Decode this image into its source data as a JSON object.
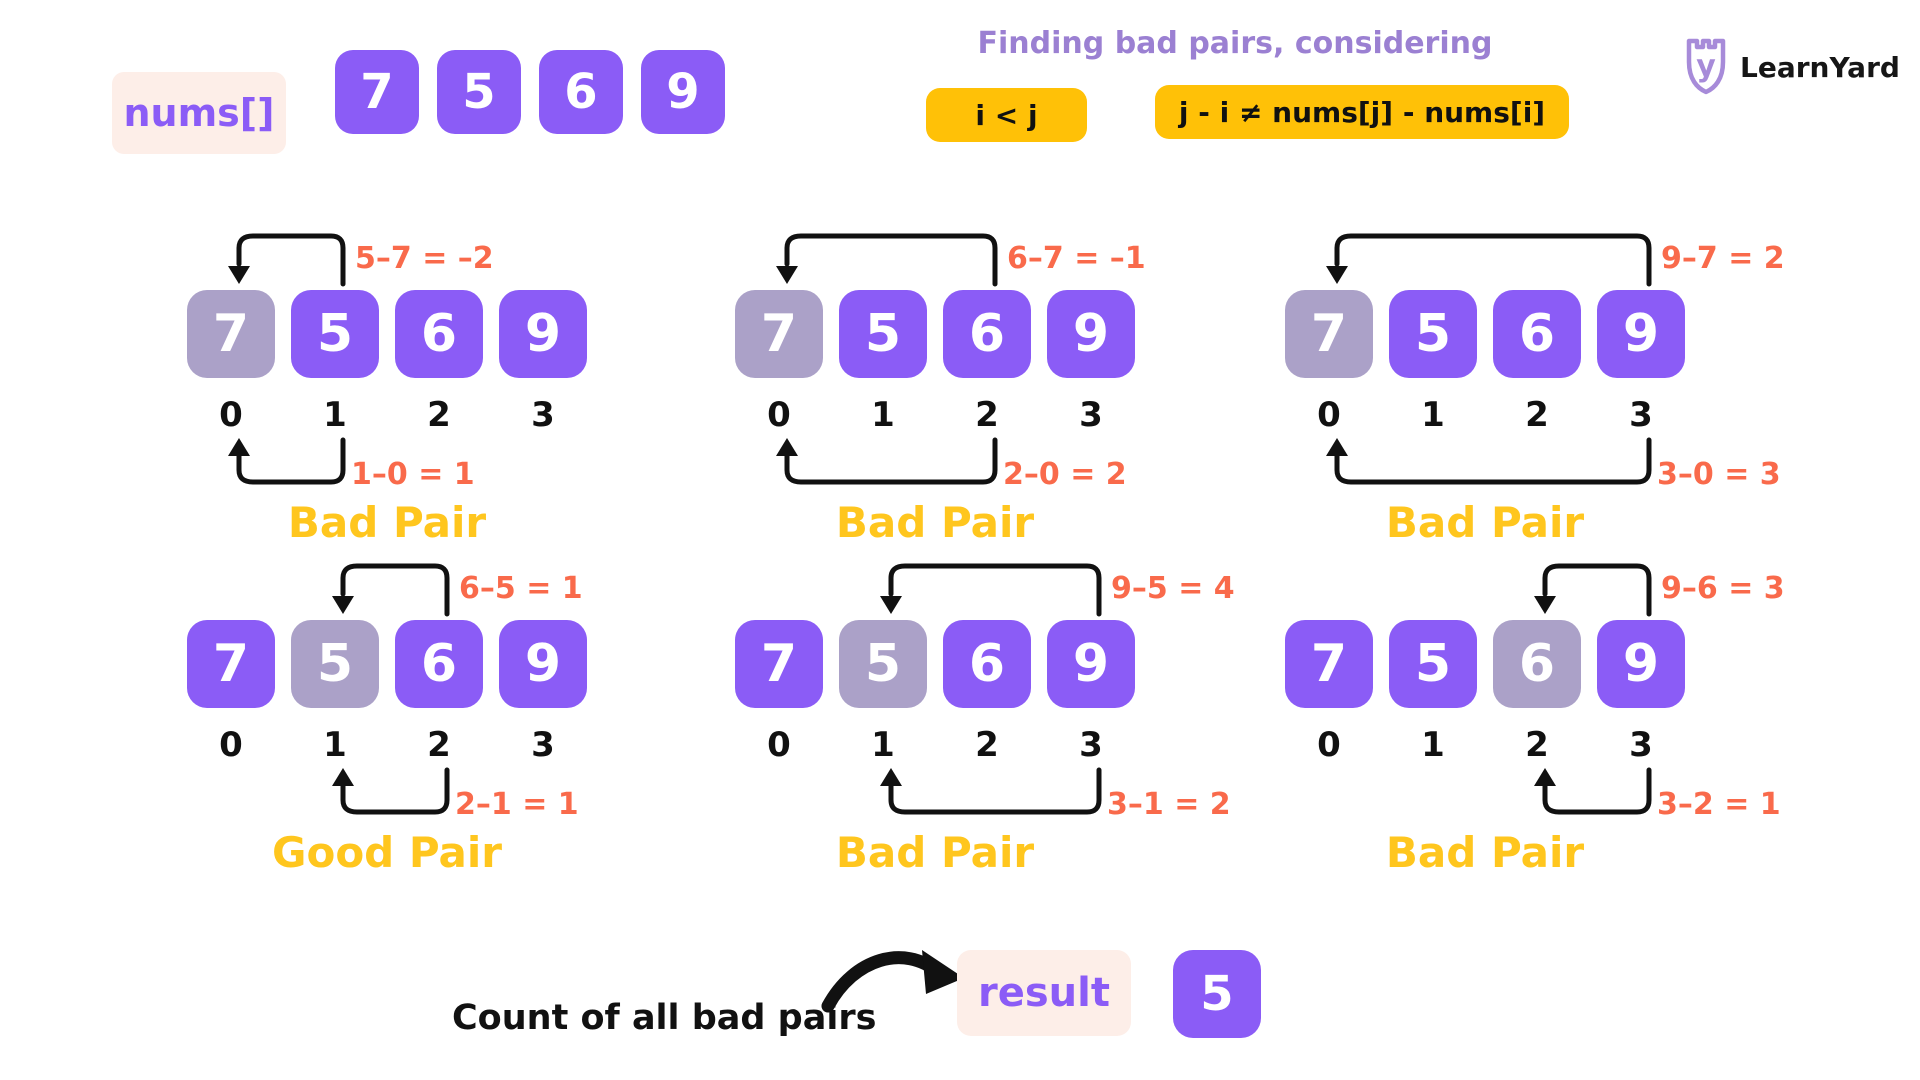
{
  "header": {
    "nums_label": "nums[]",
    "title": "Finding bad pairs, considering",
    "condition1": "i < j",
    "condition2": "j - i ≠ nums[j] - nums[i]",
    "brand": "LearnYard"
  },
  "array": {
    "values": [
      7,
      5,
      6,
      9
    ],
    "indices": [
      0,
      1,
      2,
      3
    ]
  },
  "diagrams": [
    {
      "i": 0,
      "j": 1,
      "faded_index": 0,
      "value_eq": "5–7 = –2",
      "index_eq": "1–0 = 1",
      "pair_label": "Bad Pair"
    },
    {
      "i": 0,
      "j": 2,
      "faded_index": 0,
      "value_eq": "6–7 = –1",
      "index_eq": "2–0 = 2",
      "pair_label": "Bad Pair"
    },
    {
      "i": 0,
      "j": 3,
      "faded_index": 0,
      "value_eq": "9–7 = 2",
      "index_eq": "3–0 = 3",
      "pair_label": "Bad Pair"
    },
    {
      "i": 1,
      "j": 2,
      "faded_index": 1,
      "value_eq": "6–5 = 1",
      "index_eq": "2–1 = 1",
      "pair_label": "Good Pair"
    },
    {
      "i": 1,
      "j": 3,
      "faded_index": 1,
      "value_eq": "9–5 = 4",
      "index_eq": "3–1 = 2",
      "pair_label": "Bad Pair"
    },
    {
      "i": 2,
      "j": 3,
      "faded_index": 2,
      "value_eq": "9–6 = 3",
      "index_eq": "3–2 = 1",
      "pair_label": "Bad Pair"
    }
  ],
  "footer": {
    "caption": "Count of all bad pairs",
    "result_label": "result",
    "result_value": "5"
  },
  "icons": {
    "brand": "learnyard-shield-y-icon",
    "footer": "curved-arrow-icon",
    "diagram_arrows": "pair-link-arrow-icon"
  },
  "colors": {
    "purple": "#8b5cf6",
    "faded": "#aba1c8",
    "orange": "#f96a4b",
    "gold": "#ffc107",
    "gold2": "#ffc61e",
    "pink": "#fdeee8",
    "title": "#9b80d2",
    "ink": "#111111"
  }
}
